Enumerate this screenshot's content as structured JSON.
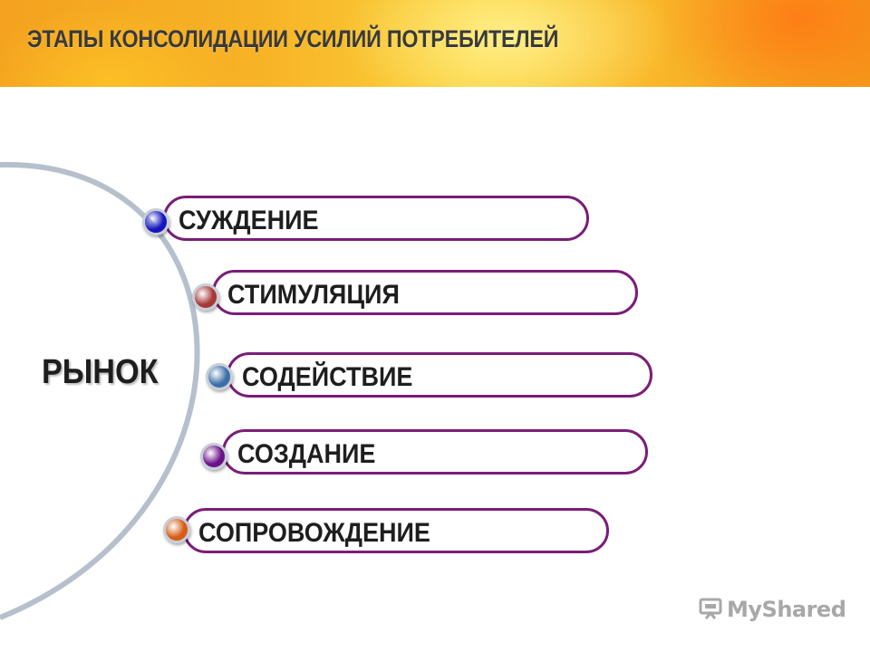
{
  "header": {
    "title": "ЭТАПЫ КОНСОЛИДАЦИИ УСИЛИЙ ПОТРЕБИТЕЛЕЙ"
  },
  "diagram": {
    "center_label": "РЫНОК",
    "stages": [
      {
        "label": "СУЖДЕНИЕ",
        "dot_color": "#1515c0"
      },
      {
        "label": "СТИМУЛЯЦИЯ",
        "dot_color": "#a83838"
      },
      {
        "label": "СОДЕЙСТВИЕ",
        "dot_color": "#3c6fa8"
      },
      {
        "label": "СОЗДАНИЕ",
        "dot_color": "#6a128a"
      },
      {
        "label": "СОПРОВОЖДЕНИЕ",
        "dot_color": "#d85c16"
      }
    ],
    "pill_border_color": "#7a1d78",
    "arc_color": "#b6c0cc"
  },
  "watermark": {
    "text": "MyShared"
  }
}
